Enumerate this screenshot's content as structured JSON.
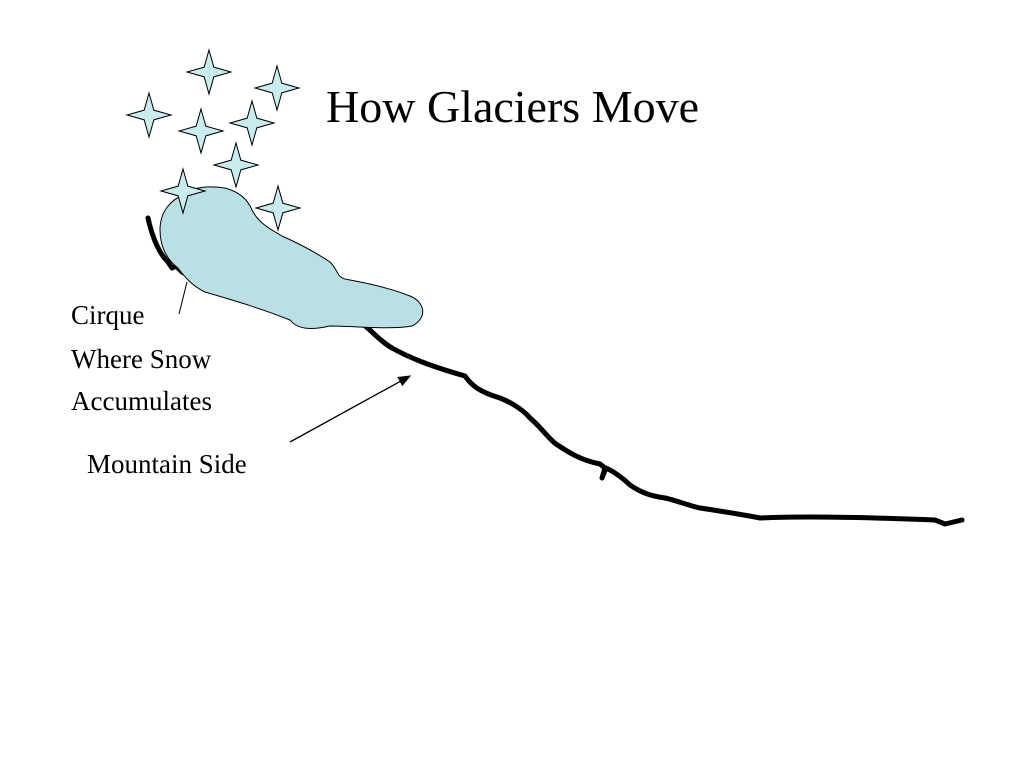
{
  "title": "How Glaciers Move",
  "labels": {
    "cirque": "Cirque",
    "snow_line1": "Where Snow",
    "snow_line2": "Accumulates",
    "mountain_side": "Mountain Side"
  },
  "colors": {
    "glacier_fill": "#b9e0e5",
    "snowflake_fill": "#c9ecef",
    "outline": "#000000",
    "mountain_line": "#000000",
    "background": "#ffffff"
  },
  "icons": {
    "snowflake": "four-point-star-icon"
  }
}
